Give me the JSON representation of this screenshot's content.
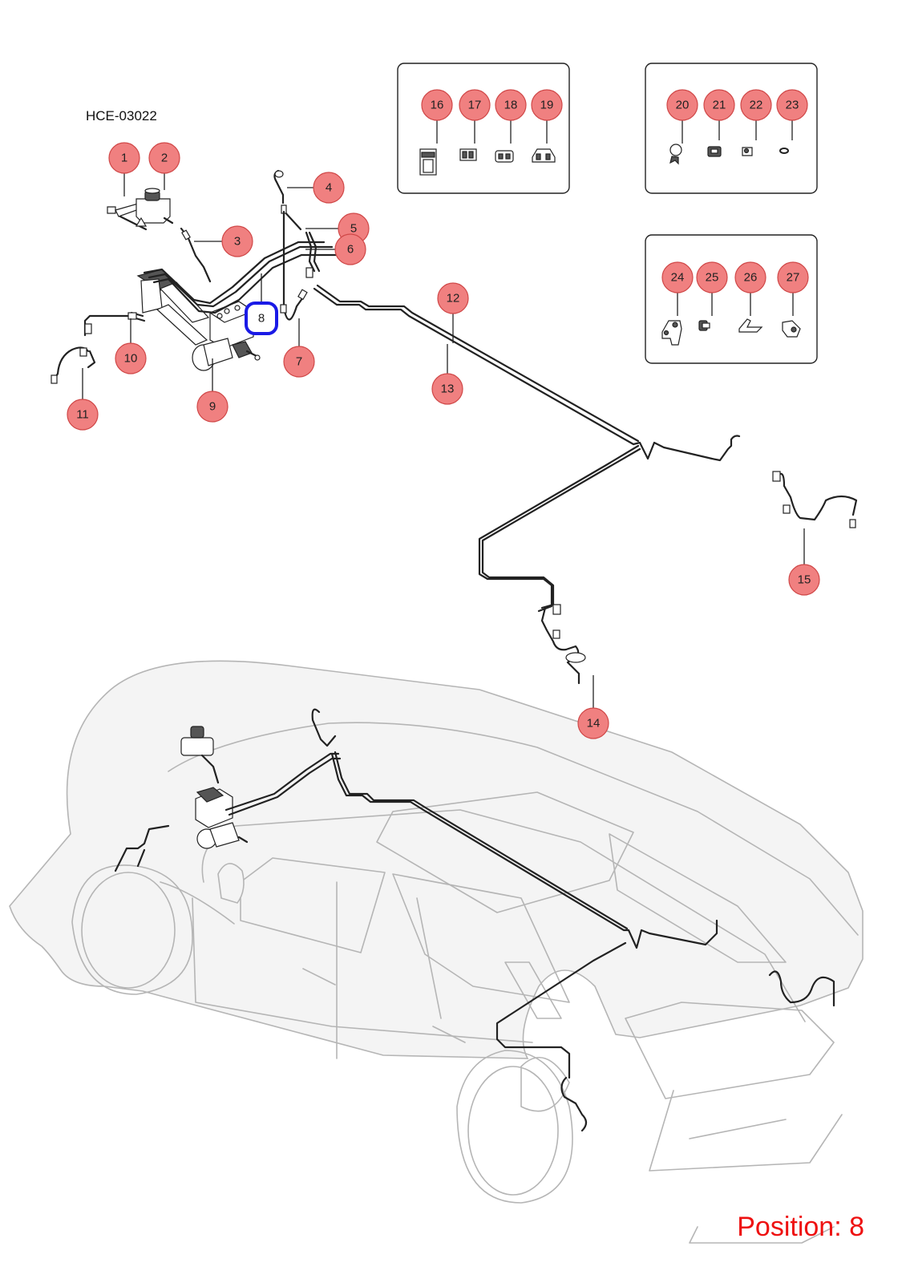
{
  "diagram": {
    "code": "HCE-03022",
    "position_label": "Position: 8",
    "selected_callout": "8",
    "colors": {
      "callout_fill": "#f08080",
      "callout_stroke": "#d04848",
      "selected_ring": "#1a1ae6",
      "position_text": "#ee1111",
      "car_outline": "#b5b5b5"
    }
  },
  "callouts": [
    {
      "id": "1",
      "label": "1"
    },
    {
      "id": "2",
      "label": "2"
    },
    {
      "id": "3",
      "label": "3"
    },
    {
      "id": "4",
      "label": "4"
    },
    {
      "id": "5",
      "label": "5"
    },
    {
      "id": "6",
      "label": "6"
    },
    {
      "id": "7",
      "label": "7"
    },
    {
      "id": "8",
      "label": "8"
    },
    {
      "id": "9",
      "label": "9"
    },
    {
      "id": "10",
      "label": "10"
    },
    {
      "id": "11",
      "label": "11"
    },
    {
      "id": "12",
      "label": "12"
    },
    {
      "id": "13",
      "label": "13"
    },
    {
      "id": "14",
      "label": "14"
    },
    {
      "id": "15",
      "label": "15"
    },
    {
      "id": "16",
      "label": "16"
    },
    {
      "id": "17",
      "label": "17"
    },
    {
      "id": "18",
      "label": "18"
    },
    {
      "id": "19",
      "label": "19"
    },
    {
      "id": "20",
      "label": "20"
    },
    {
      "id": "21",
      "label": "21"
    },
    {
      "id": "22",
      "label": "22"
    },
    {
      "id": "23",
      "label": "23"
    },
    {
      "id": "24",
      "label": "24"
    },
    {
      "id": "25",
      "label": "25"
    },
    {
      "id": "26",
      "label": "26"
    },
    {
      "id": "27",
      "label": "27"
    }
  ]
}
